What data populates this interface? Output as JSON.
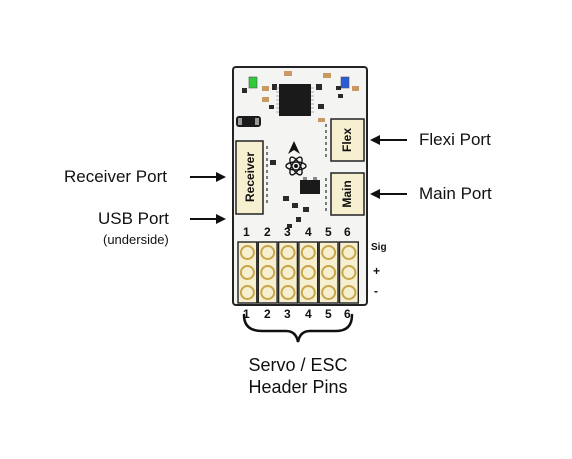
{
  "labels": {
    "receiver_port": "Receiver Port",
    "usb_port": "USB Port",
    "usb_port_sub": "(underside)",
    "flexi_port": "Flexi Port",
    "main_port": "Main Port",
    "footer_line1": "Servo / ESC",
    "footer_line2": "Header Pins"
  },
  "board": {
    "receiver_connector_label": "Receiver",
    "flex_connector_label": "Flex",
    "main_connector_label": "Main"
  },
  "pins": {
    "top_numbers": [
      "1",
      "2",
      "3",
      "4",
      "5",
      "6"
    ],
    "bottom_numbers": [
      "1",
      "2",
      "3",
      "4",
      "5",
      "6"
    ],
    "row_labels": [
      "Sig",
      "+",
      "-"
    ]
  },
  "colors": {
    "board": "#f4f4f2",
    "connector": "#f6efd0",
    "pad": "#c9a64a",
    "chip": "#1a1a1a",
    "led_green": "#2fc93a",
    "led_blue": "#2a5bd8",
    "resistor": "#c89a62"
  }
}
